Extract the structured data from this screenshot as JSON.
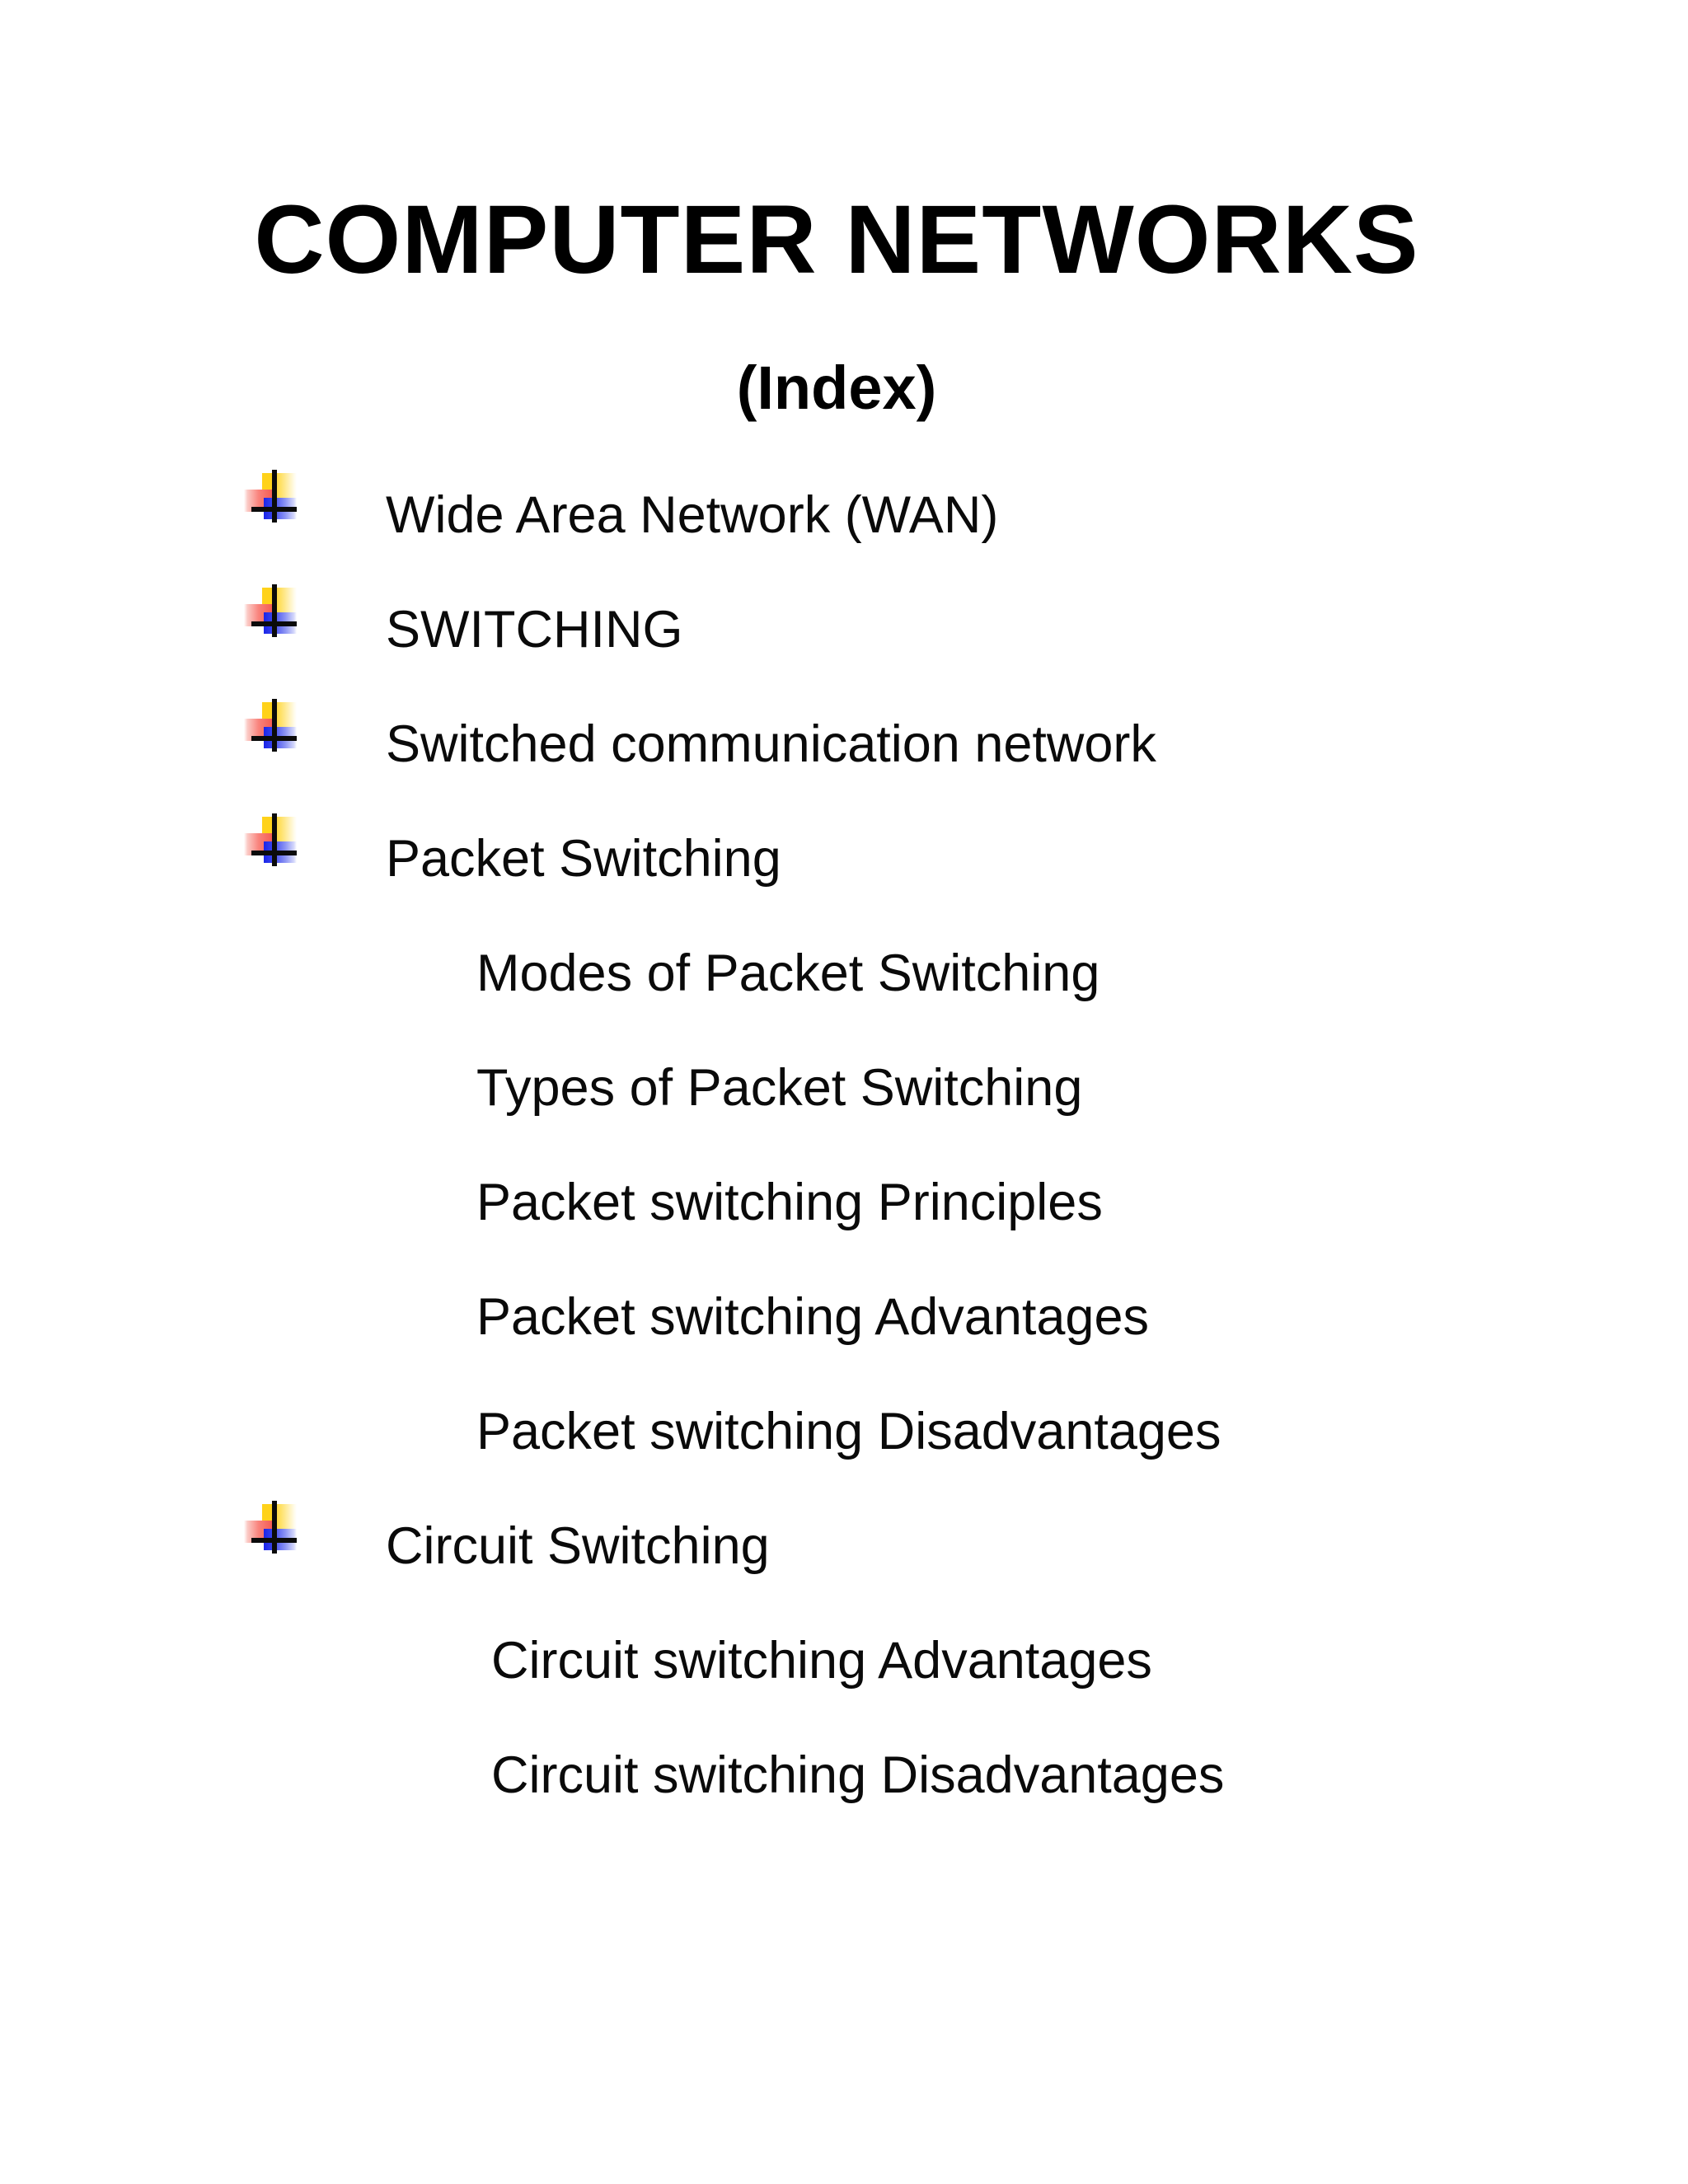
{
  "document": {
    "title": "COMPUTER NETWORKS",
    "subtitle": "(Index)"
  },
  "bullet_icon": {
    "name": "colored-squares-cross-bullet",
    "colors": {
      "yellow": "#FFD21A",
      "red": "#F4564C",
      "blue": "#1A24E8",
      "cross": "#0B0B0B"
    }
  },
  "outline": {
    "items": [
      {
        "label": "Wide Area Network (WAN)",
        "level": 1,
        "bulleted": true
      },
      {
        "label": "SWITCHING",
        "level": 1,
        "bulleted": true
      },
      {
        "label": "Switched communication network",
        "level": 1,
        "bulleted": true
      },
      {
        "label": "Packet Switching",
        "level": 1,
        "bulleted": true
      },
      {
        "label": "Modes of Packet Switching",
        "level": 2,
        "bulleted": false
      },
      {
        "label": "Types of Packet Switching",
        "level": 2,
        "bulleted": false
      },
      {
        "label": "Packet switching Principles",
        "level": 2,
        "bulleted": false
      },
      {
        "label": "Packet switching Advantages",
        "level": 2,
        "bulleted": false
      },
      {
        "label": "Packet switching Disadvantages",
        "level": 2,
        "bulleted": false
      },
      {
        "label": "Circuit Switching",
        "level": 1,
        "bulleted": true
      },
      {
        "label": "Circuit switching Advantages",
        "level": 3,
        "bulleted": false
      },
      {
        "label": "Circuit switching Disadvantages",
        "level": 3,
        "bulleted": false
      }
    ]
  }
}
